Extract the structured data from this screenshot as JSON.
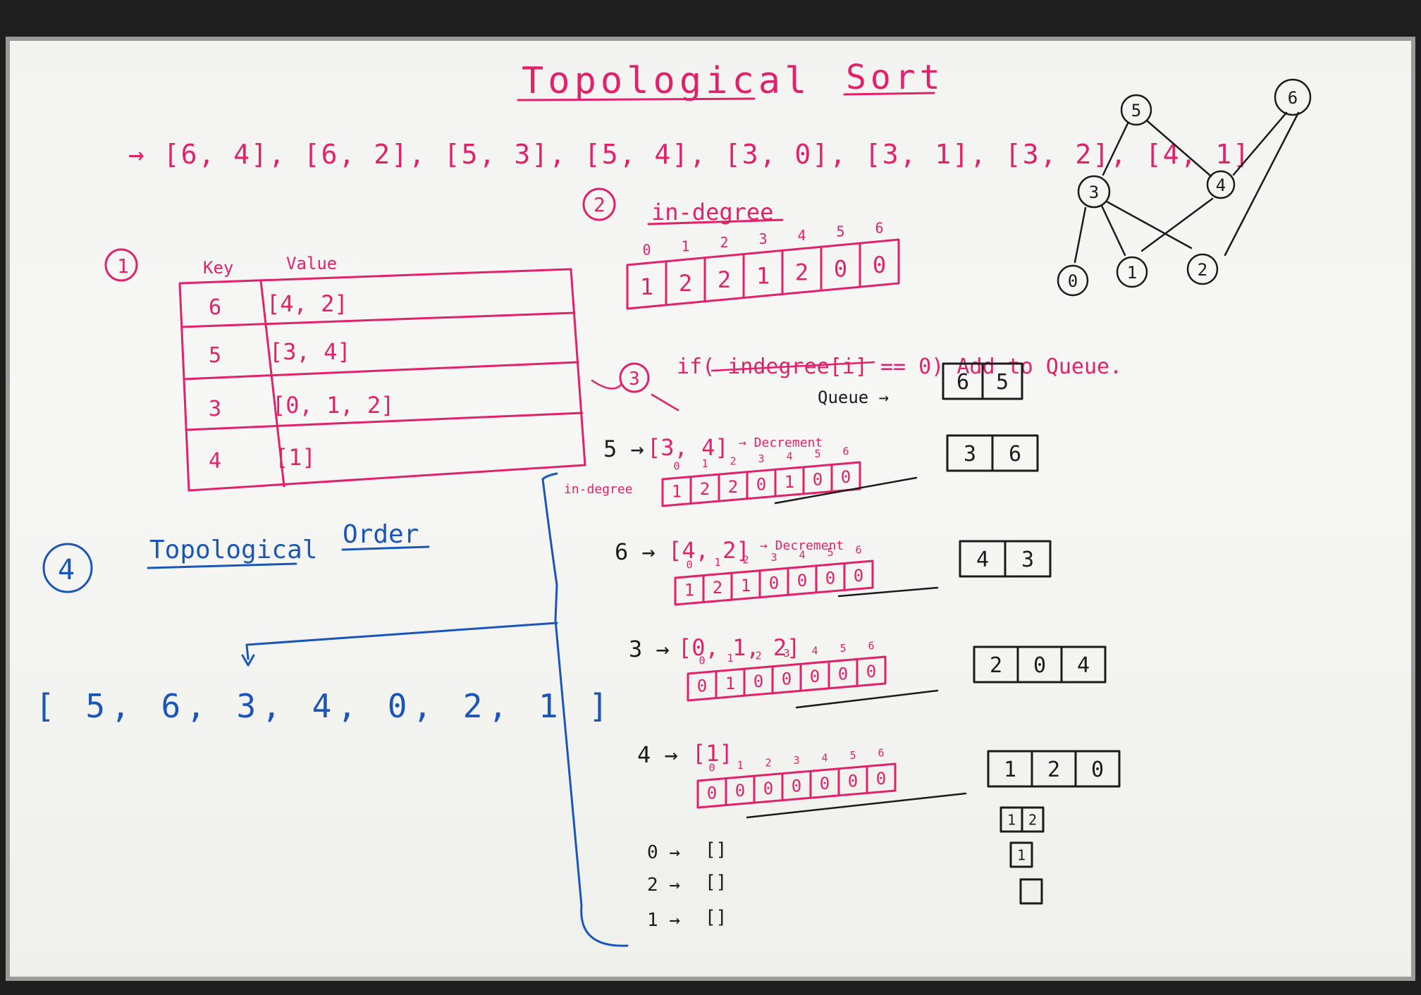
{
  "title": {
    "word1": "Topological",
    "word2": "Sort"
  },
  "edges_text": "→ [6, 4], [6, 2], [5, 3], [5, 4], [3, 0], [3, 1], [3, 2], [4, 1]",
  "step1": {
    "marker": "1",
    "key_header": "Key",
    "value_header": "Value",
    "rows": [
      {
        "key": "6",
        "value": "[4, 2]"
      },
      {
        "key": "5",
        "value": "[3, 4]"
      },
      {
        "key": "3",
        "value": "[0, 1, 2]"
      },
      {
        "key": "4",
        "value": "[1]"
      }
    ]
  },
  "step2": {
    "marker": "2",
    "label": "in-degree",
    "indices": [
      "0",
      "1",
      "2",
      "3",
      "4",
      "5",
      "6"
    ],
    "values": [
      "1",
      "2",
      "2",
      "1",
      "2",
      "0",
      "0"
    ]
  },
  "step3": {
    "marker": "3",
    "condition": "if( indegree[i] == 0) Add to Queue.",
    "queue_label": "Queue →",
    "in_degree_label": "in-degree",
    "decrement": "→ Decrement",
    "iterations": [
      {
        "lhs": "5 →",
        "list": "[3, 4]",
        "indegree": [
          "1",
          "2",
          "2",
          "0",
          "1",
          "0",
          "0"
        ],
        "queue": [
          "3",
          "6"
        ]
      },
      {
        "lhs": "6 →",
        "list": "[4, 2]",
        "indegree": [
          "1",
          "2",
          "1",
          "0",
          "0",
          "0",
          "0"
        ],
        "queue": [
          "4",
          "3"
        ]
      },
      {
        "lhs": "3 →",
        "list": "[0, 1, 2]",
        "indegree": [
          "0",
          "1",
          "0",
          "0",
          "0",
          "0",
          "0"
        ],
        "queue": [
          "2",
          "0",
          "4"
        ]
      },
      {
        "lhs": "4 →",
        "list": "[1]",
        "indegree": [
          "0",
          "0",
          "0",
          "0",
          "0",
          "0",
          "0"
        ],
        "queue": [
          "1",
          "2",
          "0"
        ]
      }
    ],
    "initial_queue": [
      "6",
      "5"
    ],
    "empty_rows": [
      {
        "lhs": "0 →",
        "list": "[]"
      },
      {
        "lhs": "2 →",
        "list": "[]"
      },
      {
        "lhs": "1 →",
        "list": "[]"
      }
    ],
    "tail_queues": [
      [
        "1",
        "2"
      ],
      [
        "1"
      ],
      []
    ]
  },
  "step4": {
    "marker": "4",
    "label1": "Topological",
    "label2": "Order",
    "result": "[ 5, 6, 3, 4, 0, 2, 1 ]"
  },
  "graph": {
    "nodes": [
      "5",
      "6",
      "3",
      "4",
      "0",
      "1",
      "2"
    ]
  },
  "colors": {
    "pink": "#e0226b",
    "blue": "#1a56b8",
    "black": "#1b1b1b"
  }
}
